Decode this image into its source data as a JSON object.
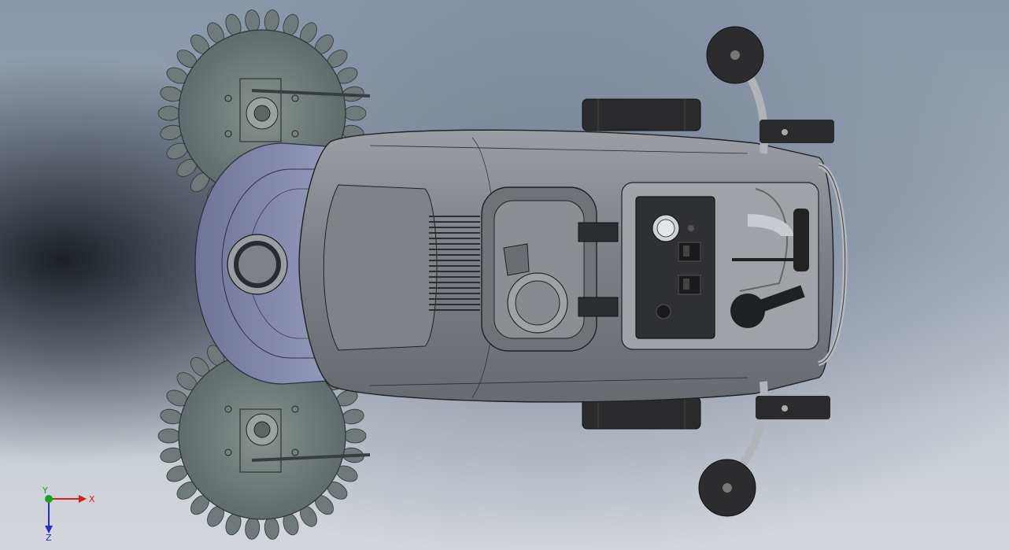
{
  "viewport": {
    "triad": {
      "x_label": "X",
      "y_label": "Y",
      "z_label": "Z",
      "x_color": "#d32020",
      "y_color": "#1fa01f",
      "z_color": "#2030c8"
    }
  },
  "model": {
    "body_color": "#8a8e93",
    "shadow_color": "#6d7378",
    "wheel_color": "#2b2b2d",
    "brush_color": "#6f7b7c",
    "panel_color": "#2e3034",
    "bumper_color": "#8e92b8"
  }
}
